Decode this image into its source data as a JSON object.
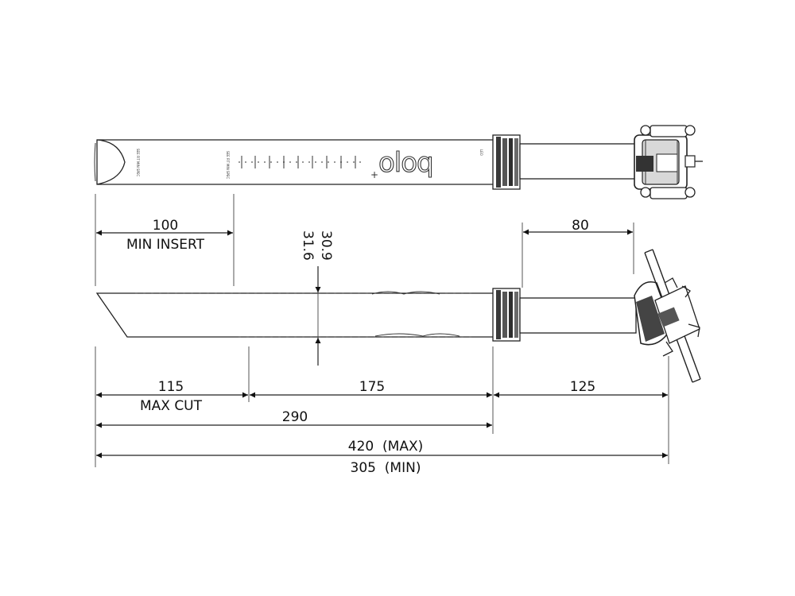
{
  "brand_text": "oloq",
  "collar_text": "LEO",
  "tube_microtext": "SEE FIT MIN SPEC",
  "dimensions": {
    "min_insert_value": "100",
    "min_insert_label": "MIN INSERT",
    "travel_value": "80",
    "diameter_a": "30.9",
    "diameter_b": "31.6",
    "max_cut_value": "115",
    "max_cut_label": "MAX CUT",
    "mid_value": "175",
    "head_value": "125",
    "lower_total": "290",
    "total_max": "420  (MAX)",
    "total_min": "305  (MIN)"
  }
}
